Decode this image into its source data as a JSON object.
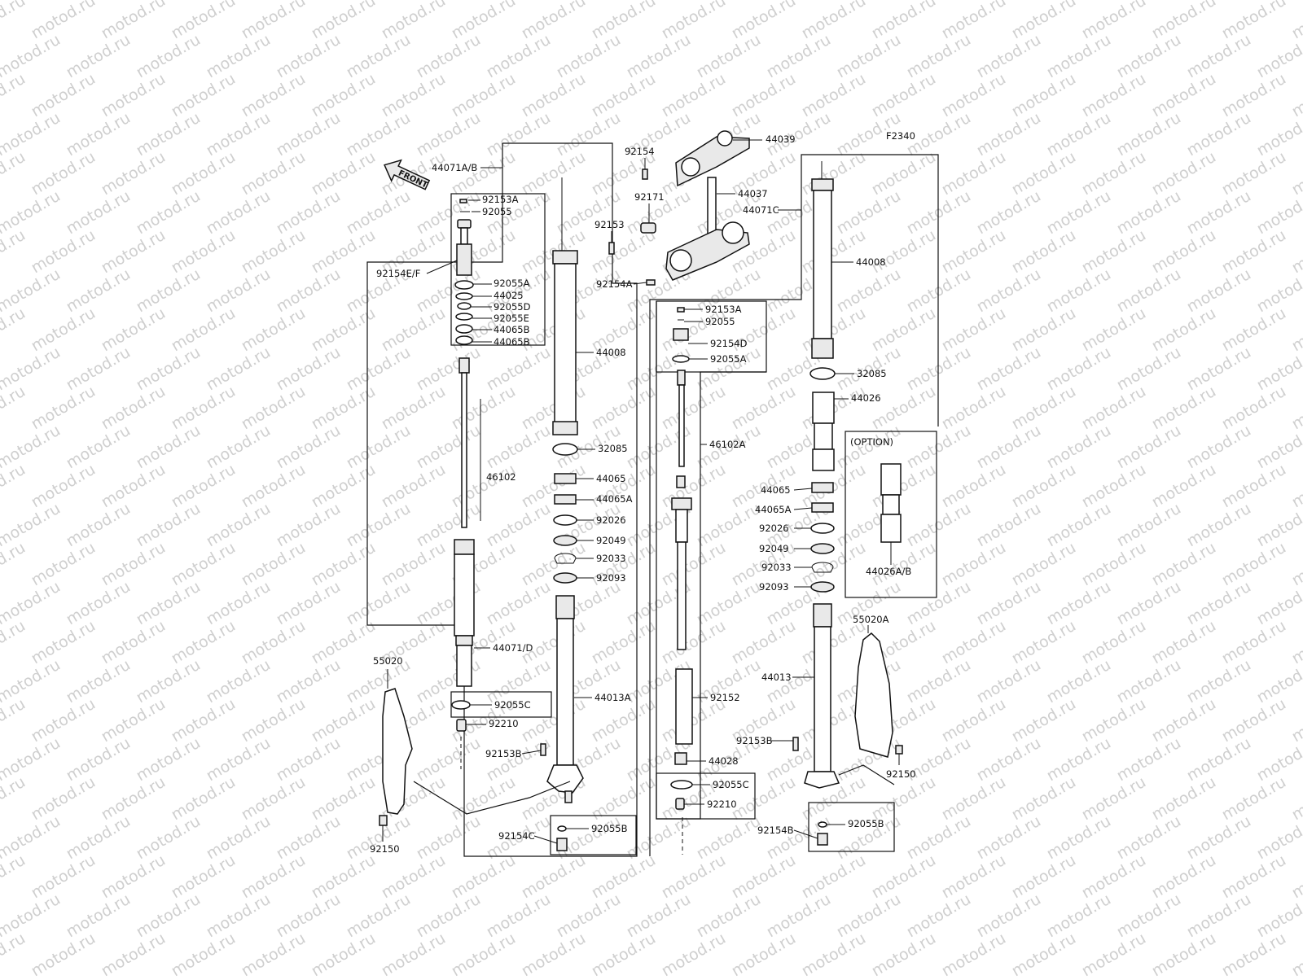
{
  "figure": {
    "code": "F2340",
    "front_arrow": "FRONT",
    "option_title": "(OPTION)",
    "watermark": "motod.ru"
  },
  "callouts": {
    "c44039": "44039",
    "c92154": "92154",
    "c44037": "44037",
    "c92171": "92171",
    "c92153": "92153",
    "c92154A": "92154A",
    "c44071AB": "44071A/B",
    "c44071C": "44071C",
    "L92153A": "92153A",
    "L92055": "92055",
    "L92154EF": "92154E/F",
    "L92055A": "92055A",
    "L44025": "44025",
    "L92055D": "92055D",
    "L92055E": "92055E",
    "L44065B_1": "44065B",
    "L44065B_2": "44065B",
    "L44008": "44008",
    "L32085": "32085",
    "L46102": "46102",
    "L44065": "44065",
    "L44065A": "44065A",
    "L92026": "92026",
    "L92049": "92049",
    "L92033": "92033",
    "L92093": "92093",
    "L44071D": "44071/D",
    "L44013A": "44013A",
    "L92055C": "92055C",
    "L92210": "92210",
    "L92153B": "92153B",
    "L55020": "55020",
    "L92150": "92150",
    "L92154C": "92154C",
    "L92055B": "92055B",
    "R92153A": "92153A",
    "R92055": "92055",
    "R92154D": "92154D",
    "R92055A": "92055A",
    "R46102A": "46102A",
    "R92152": "92152",
    "R44028": "44028",
    "R92055C": "92055C",
    "R92210": "92210",
    "R44008": "44008",
    "R32085": "32085",
    "R44026": "44026",
    "R44065": "44065",
    "R44065A": "44065A",
    "R92026": "92026",
    "R92049": "92049",
    "R92033": "92033",
    "R92093": "92093",
    "R44013": "44013",
    "R92153B": "92153B",
    "R55020A": "55020A",
    "R92150": "92150",
    "R92154B": "92154B",
    "R92055B": "92055B",
    "O44026AB": "44026A/B"
  }
}
